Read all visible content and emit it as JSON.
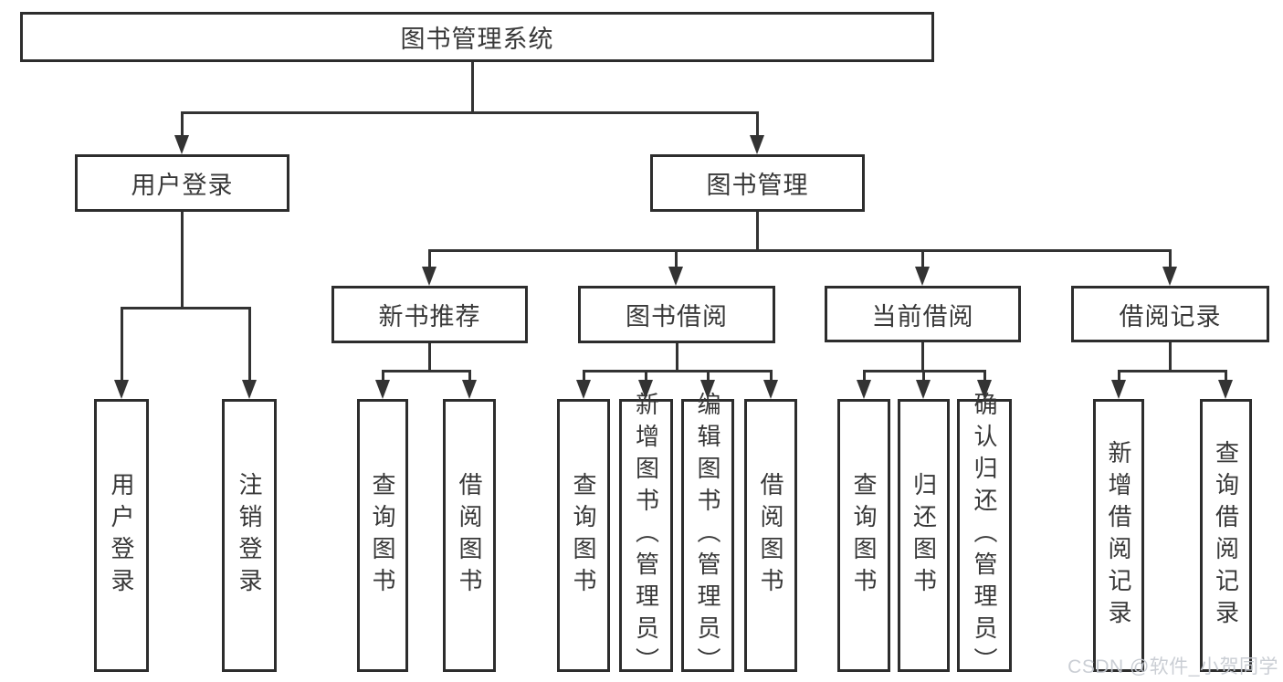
{
  "diagram": {
    "title": "图书管理系统",
    "root": {
      "label": "图书管理系统"
    },
    "level2": [
      {
        "label": "用户登录",
        "children": [
          {
            "label": "用户登录"
          },
          {
            "label": "注销登录"
          }
        ]
      },
      {
        "label": "图书管理",
        "sections": [
          {
            "label": "新书推荐",
            "children": [
              {
                "label": "查询图书"
              },
              {
                "label": "借阅图书"
              }
            ]
          },
          {
            "label": "图书借阅",
            "children": [
              {
                "label": "查询图书"
              },
              {
                "label": "新增图书（管理员）"
              },
              {
                "label": "编辑图书（管理员）"
              },
              {
                "label": "借阅图书"
              }
            ]
          },
          {
            "label": "当前借阅",
            "children": [
              {
                "label": "查询图书"
              },
              {
                "label": "归还图书"
              },
              {
                "label": "确认归还（管理员）"
              }
            ]
          },
          {
            "label": "借阅记录",
            "children": [
              {
                "label": "新增借阅记录"
              },
              {
                "label": "查询借阅记录"
              }
            ]
          }
        ]
      }
    ]
  },
  "watermark": "CSDN @软件_小贺同学",
  "colors": {
    "line": "#333333",
    "box_border": "#2d2d2d",
    "text": "#383838",
    "watermark": "#c6cad1",
    "background": "#ffffff"
  }
}
